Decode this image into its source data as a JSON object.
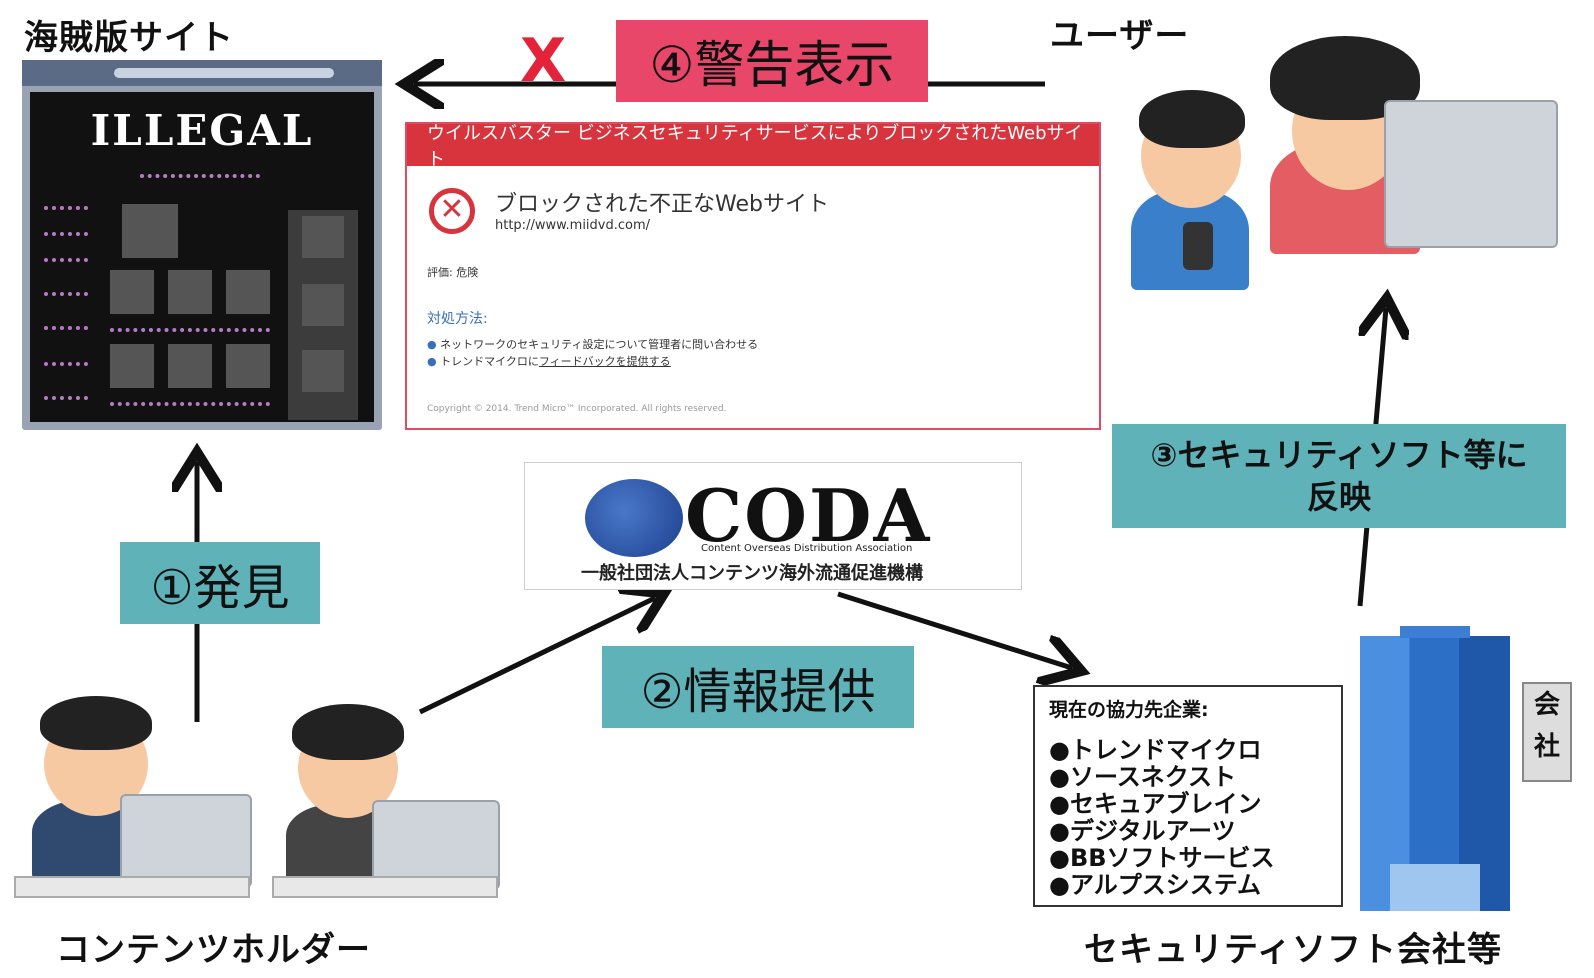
{
  "labels": {
    "pirate_site": "海賊版サイト",
    "user": "ユーザー",
    "content_holder": "コンテンツホルダー",
    "security_company": "セキュリティソフト会社等"
  },
  "steps": {
    "step1": "①発見",
    "step2": "②情報提供",
    "step3_line1": "③セキュリティソフト等に",
    "step3_line2": "反映",
    "step4": "④警告表示"
  },
  "block_mark": "X",
  "pirate_screen": {
    "banner": "ILLEGAL"
  },
  "warning_page": {
    "header": "ウイルスバスター ビジネスセキュリティサービスによりブロックされたWebサイト",
    "title": "ブロックされた不正なWebサイト",
    "url": "http://www.miidvd.com/",
    "rating_label": "評価:",
    "rating_value": "危険",
    "howto": "対処方法:",
    "item1": "ネットワークのセキュリティ設定について管理者に問い合わせる",
    "item2_prefix": "トレンドマイクロに",
    "item2_link": "フィードバックを提供する",
    "copyright": "Copyright © 2014. Trend Micro™ Incorporated. All rights reserved."
  },
  "coda": {
    "name": "CODA",
    "english": "Content Overseas Distribution Association",
    "japanese": "一般社団法人コンテンツ海外流通促進機構"
  },
  "partners": {
    "caption": "現在の協力先企業:",
    "items": [
      "●トレンドマイクロ",
      "●ソースネクスト",
      "●セキュアブレイン",
      "●デジタルアーツ",
      "●BBソフトサービス",
      "●アルプスシステム"
    ]
  },
  "building_sign": [
    "会",
    "社"
  ],
  "colors": {
    "teal": "#5fb3b8",
    "pink": "#e8476a",
    "block_red": "#d7343e"
  }
}
